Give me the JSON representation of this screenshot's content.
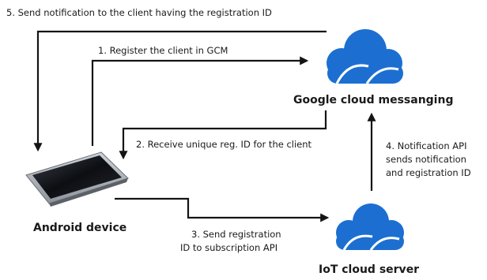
{
  "nodes": {
    "gcm": {
      "label": "Google cloud messanging",
      "icon": "cloud-icon"
    },
    "device": {
      "label": "Android device",
      "icon": "tablet-icon"
    },
    "iot": {
      "label": "IoT cloud server",
      "icon": "cloud-icon"
    }
  },
  "steps": {
    "step1": "1. Register the client in GCM",
    "step2": "2. Receive unique reg. ID for the client",
    "step3_line1": "3. Send registration",
    "step3_line2": "ID to subscription API",
    "step4_line1": "4. Notification API",
    "step4_line2": "sends notification",
    "step4_line3": "and registration ID",
    "step5": "5. Send notification to the client having the registration ID"
  },
  "colors": {
    "cloud_blue": "#1c6fd1",
    "arrow": "#141414"
  }
}
